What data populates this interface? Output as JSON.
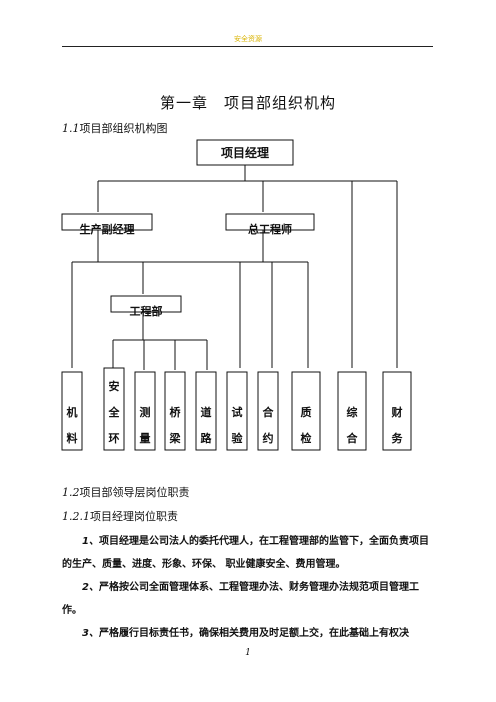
{
  "header": {
    "text": "安全资源"
  },
  "title": "第一章　项目部组织机构",
  "section_1_1": {
    "num": "1.1",
    "label": "项目部组织机构图"
  },
  "org": {
    "manager": "项目经理",
    "deputy_manager": "生产副经理",
    "chief_engineer": "总工程师",
    "engineering_dept": "工程部",
    "units": [
      "机料",
      "安全环",
      "测量",
      "桥梁",
      "道路",
      "试验",
      "合约",
      "质检",
      "综合",
      "财务"
    ]
  },
  "section_1_2": {
    "num": "1.2",
    "label": "项目部领导层岗位职责"
  },
  "section_1_2_1": {
    "num": "1.2.1",
    "label": "项目经理岗位职责"
  },
  "paragraphs": [
    {
      "num": "1、",
      "text": "项目经理是公司法人的委托代理人，在工程管理部的监管下，全面负责项目的生产、质量、进度、形象、环保、 职业健康安全、费用管理。"
    },
    {
      "num": "2、",
      "text": "严格按公司全面管理体系、工程管理办法、财务管理办法规范项目管理工作。"
    },
    {
      "num": "3、",
      "text": "严格履行目标责任书，确保相关费用及时足额上交，在此基础上有权决"
    }
  ],
  "page_number": "1"
}
